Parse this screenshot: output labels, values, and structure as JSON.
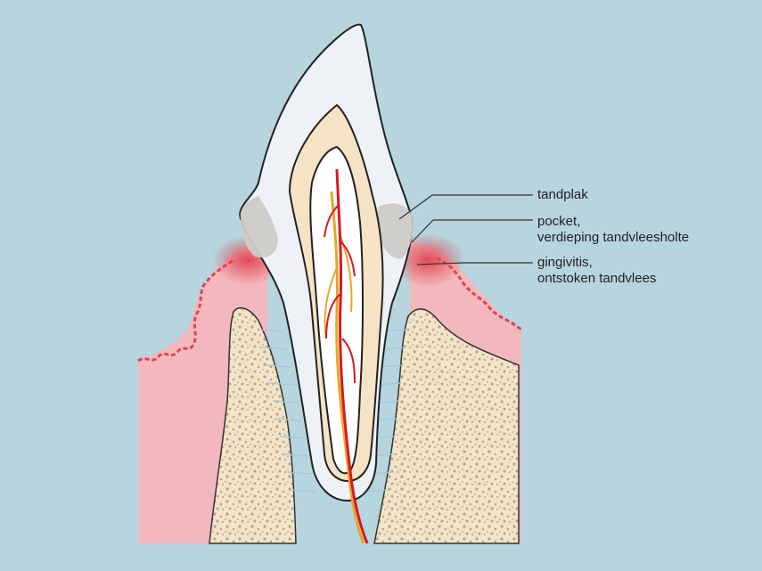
{
  "labels": {
    "plaque": "tandplak",
    "pocket_line1": "pocket,",
    "pocket_line2": "verdieping tandvleesholte",
    "gingivitis_line1": "gingivitis,",
    "gingivitis_line2": "ontstoken tandvlees"
  },
  "colors": {
    "background": "#b7d5de",
    "gum": "#f2b8bd",
    "gum_inflamed": "#e0454f",
    "bone": "#f3e4c8",
    "bone_speckle": "#b8a48c",
    "dentin": "#f6e3c5",
    "enamel": "#eef1f5",
    "pulp": "#ffffff",
    "plaque": "#cdcbc8",
    "nerve": "#e8a52a",
    "blood_vessel": "#d7191f",
    "ligament": "#a6c7dc"
  }
}
